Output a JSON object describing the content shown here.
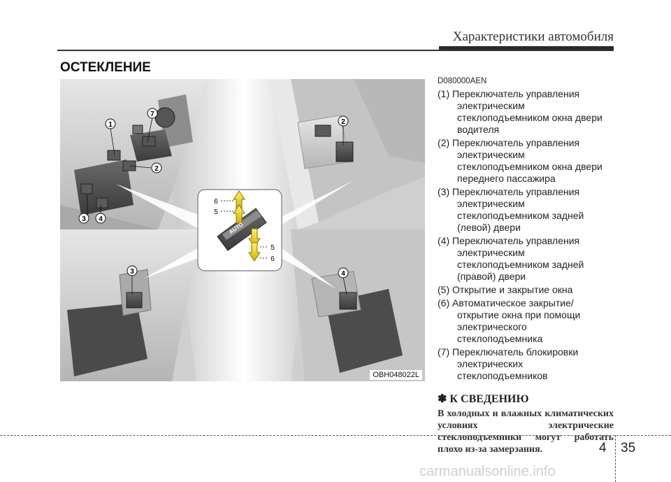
{
  "header": {
    "title": "Характеристики автомобиля"
  },
  "section": {
    "title": "ОСТЕКЛЕНИЕ"
  },
  "figure": {
    "code": "OBH048022L",
    "callouts": {
      "c1": "1",
      "c2a": "2",
      "c2b": "2",
      "c3a": "3",
      "c3b": "3",
      "c4a": "4",
      "c4b": "4",
      "c5a": "5",
      "c5b": "5",
      "c6a": "6",
      "c6b": "6",
      "c7": "7"
    },
    "auto_label": "AUTO"
  },
  "text": {
    "code": "D080000AEN",
    "items": [
      "(1) Переключатель управления электрическим стеклоподъемником окна двери водителя",
      "(2) Переключатель управления электрическим стеклоподъемником окна двери переднего пассажира",
      "(3) Переключатель управления электрическим стеклоподъемником задней (левой) двери",
      "(4) Переключатель управления электрическим стеклоподъемником задней (правой) двери",
      "(5) Открытие и закрытие окна",
      "(6) Автоматическое закрытие/ открытие окна при помощи электрического стеклоподъемника",
      "(7) Переключатель блокировки электрических стеклоподъемников"
    ],
    "note_title": "✽ К СВЕДЕНИЮ",
    "note_body": "В холодных и влажных климатических условиях электрические стеклоподъемники могут работать плохо из-за замерзания."
  },
  "footer": {
    "chapter": "4",
    "page": "35",
    "watermark": "carmanualsonline.info"
  }
}
